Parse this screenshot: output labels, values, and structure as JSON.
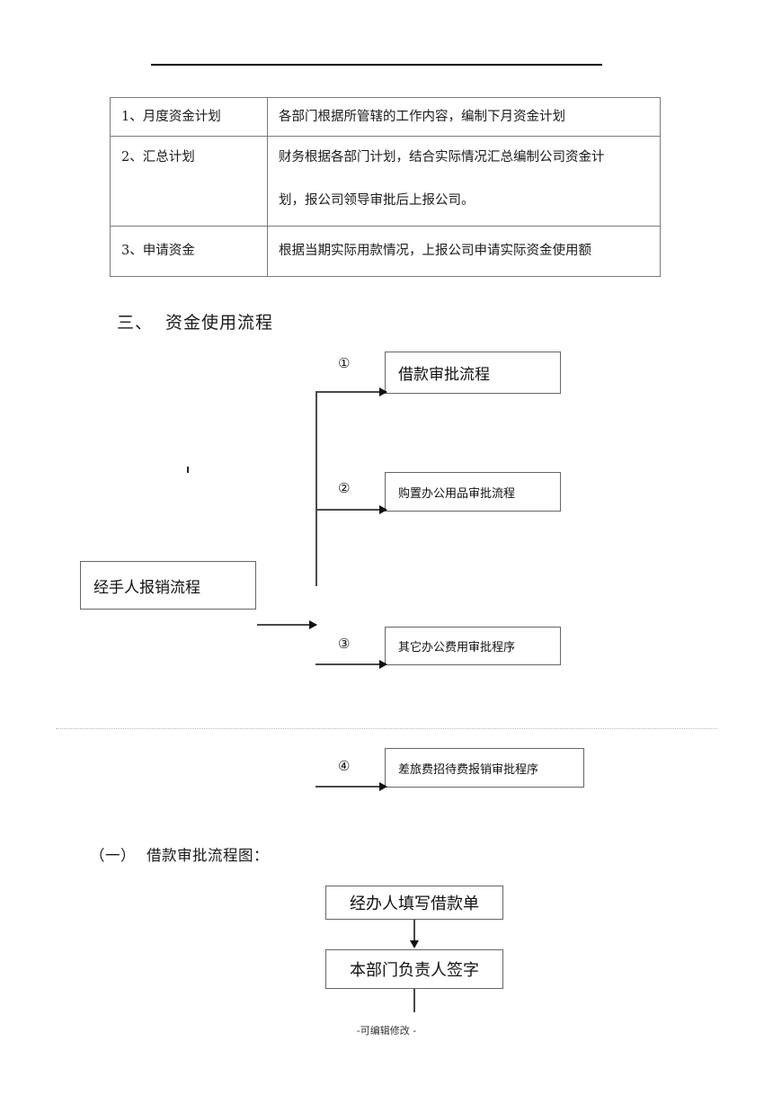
{
  "document": {
    "top_rule": true,
    "footer_note": "-可编辑修改 -"
  },
  "plan_table": {
    "rows": [
      {
        "label": "1、月度资金计划",
        "lines": [
          "各部门根据所管辖的工作内容，编制下月资金计划"
        ]
      },
      {
        "label": "2、汇总计划",
        "lines": [
          "财务根据各部门计划，结合实际情况汇总编制公司资金计",
          "划，报公司领导审批后上报公司。"
        ]
      },
      {
        "label": "3、申请资金",
        "lines": [
          "根据当期实际用款情况，上报公司申请实际资金使用额"
        ]
      }
    ]
  },
  "section_three": {
    "number": "三、",
    "title": "资金使用流程"
  },
  "usage_flow": {
    "source_box": "经手人报销流程",
    "branches": [
      {
        "marker": "①",
        "label": "借款审批流程"
      },
      {
        "marker": "②",
        "label": "购置办公用品审批流程"
      },
      {
        "marker": "③",
        "label": "其它办公费用审批程序"
      },
      {
        "marker": "④",
        "label": "差旅费招待费报销审批程序"
      }
    ]
  },
  "subsection_one": {
    "number": "（一）",
    "title": "借款审批流程图："
  },
  "loan_flow": {
    "steps": [
      "经办人填写借款单",
      "本部门负责人签字"
    ]
  }
}
